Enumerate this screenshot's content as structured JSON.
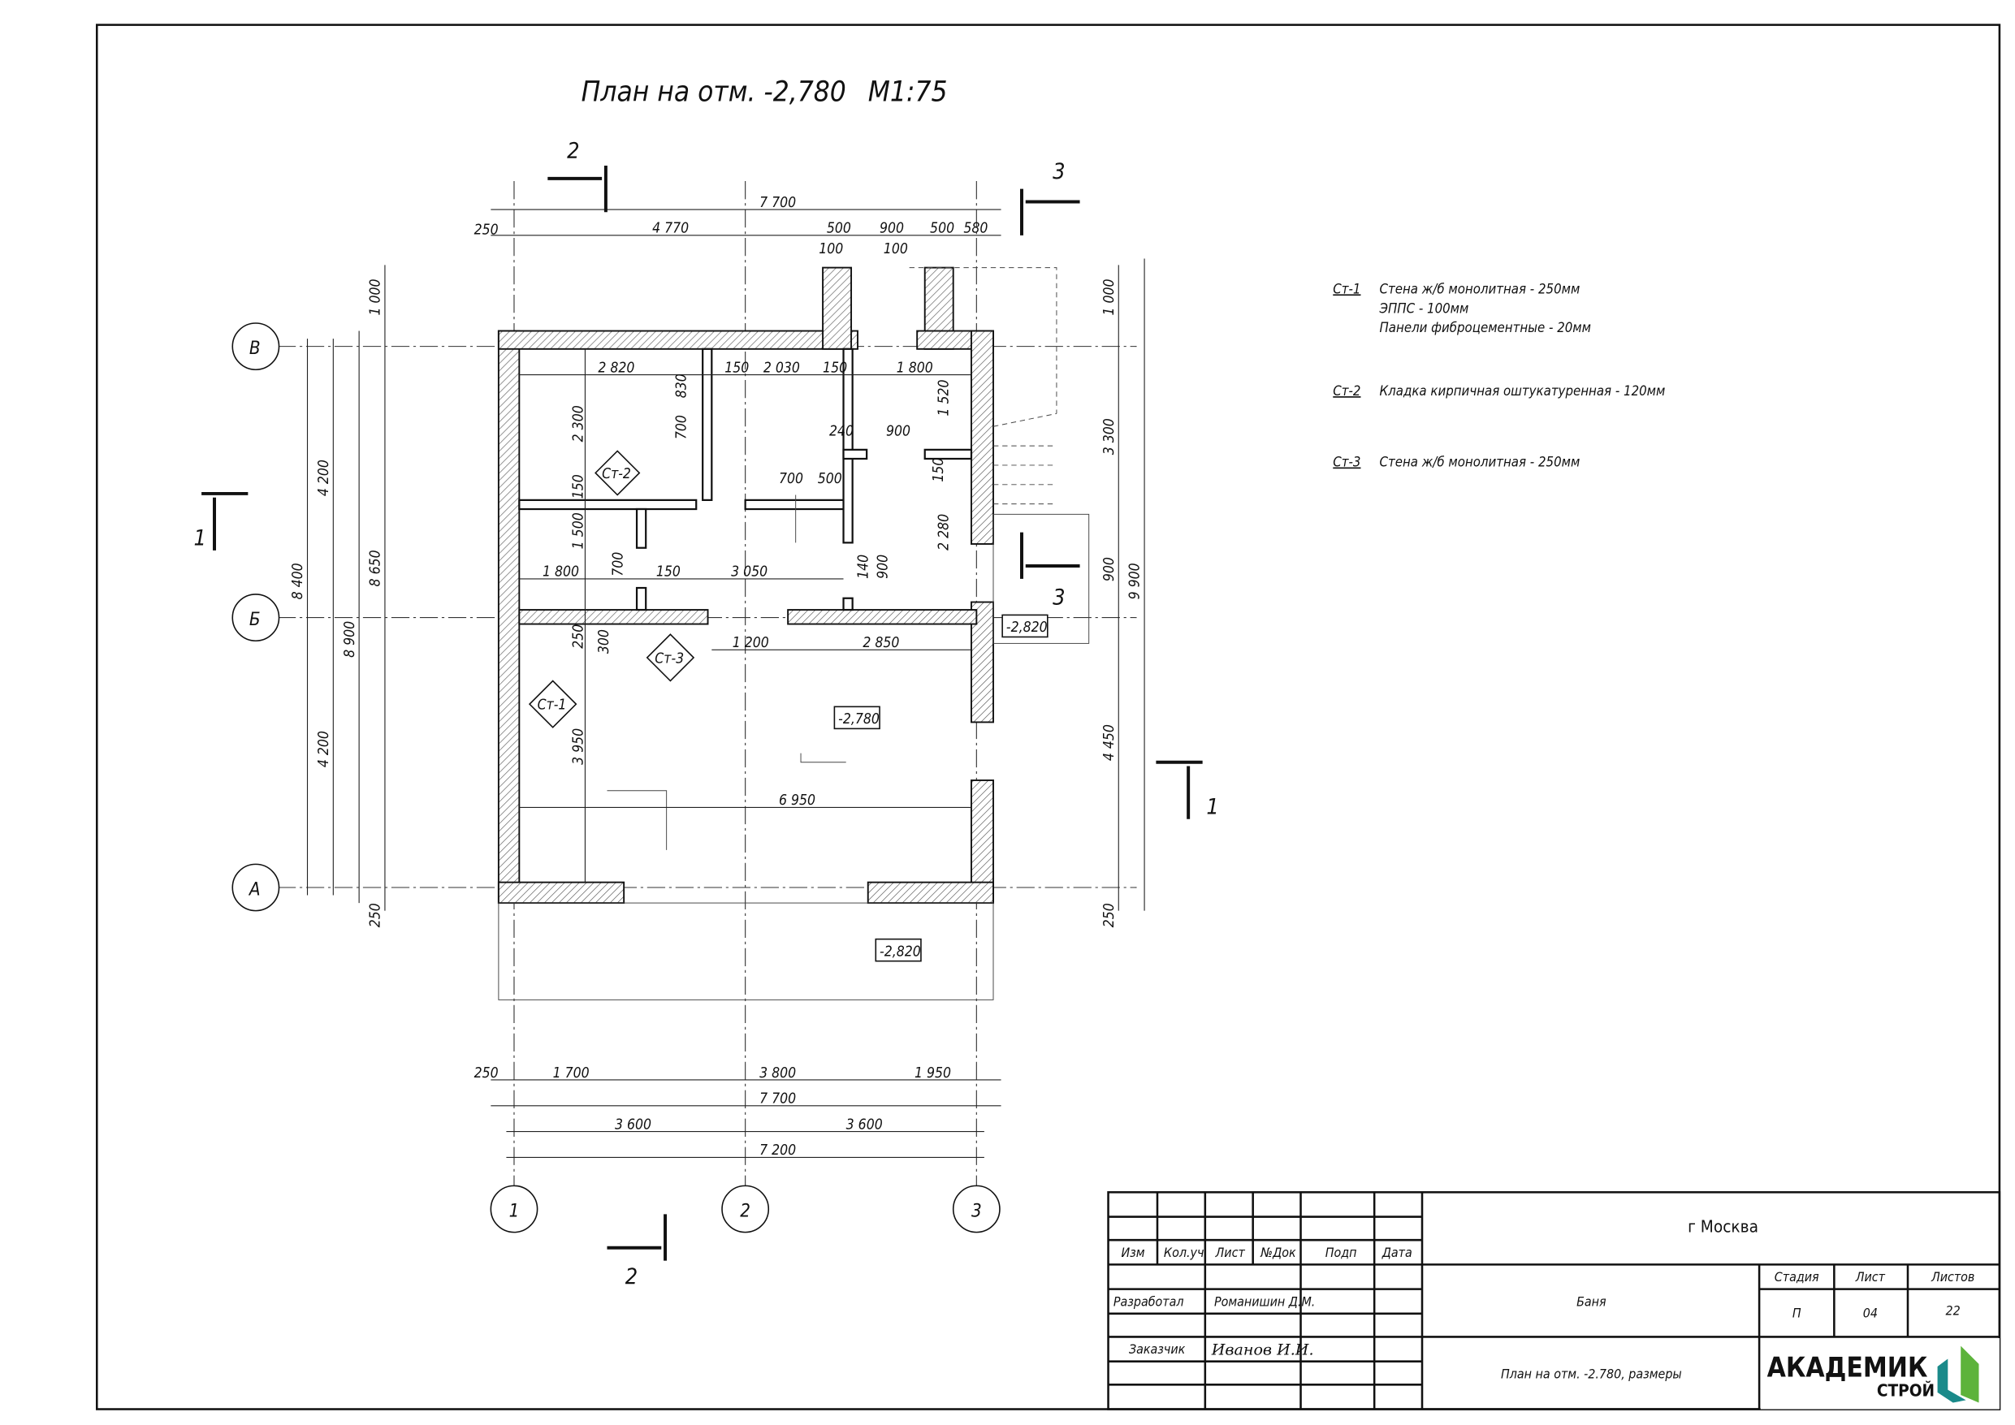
{
  "drawing": {
    "title": "План на отм. -2,780",
    "scale": "М1:75",
    "axes": {
      "rows": [
        "В",
        "Б",
        "А"
      ],
      "cols": [
        "1",
        "2",
        "3"
      ]
    },
    "sections": {
      "s1": "1",
      "s2": "2",
      "s3": "3"
    },
    "levels": [
      "-2,780",
      "-2,820",
      "-2,820"
    ],
    "wall_tags": [
      "Ст-1",
      "Ст-2",
      "Ст-3"
    ],
    "dims_top": [
      "7 700",
      "250",
      "4 770",
      "500",
      "100",
      "900",
      "100",
      "500",
      "580"
    ],
    "dims_bottom": [
      "250",
      "1 700",
      "3 800",
      "1 950",
      "7 700",
      "3 600",
      "3 600",
      "7 200"
    ],
    "dims_left": [
      "1 000",
      "4 200",
      "8 400",
      "8 900",
      "8 650",
      "4 200",
      "250"
    ],
    "dims_right": [
      "1 000",
      "3 300",
      "900",
      "9 900",
      "4 450",
      "250"
    ],
    "dims_inner": [
      "2 820",
      "150",
      "2 030",
      "150",
      "1 800",
      "1 520",
      "830",
      "700",
      "2 300",
      "240",
      "900",
      "700",
      "500",
      "150",
      "150",
      "1 500",
      "2 280",
      "1 800",
      "700",
      "150",
      "3 050",
      "140",
      "900",
      "250",
      "300",
      "1 200",
      "2 850",
      "3 950",
      "6 950"
    ]
  },
  "legend": [
    {
      "tag": "Ст-1",
      "lines": [
        "Стена ж/б монолитная - 250мм",
        "ЭППС - 100мм",
        "Панели фиброцементные - 20мм"
      ]
    },
    {
      "tag": "Ст-2",
      "lines": [
        "Кладка кирпичная оштукатуренная - 120мм"
      ]
    },
    {
      "tag": "Ст-3",
      "lines": [
        "Стена ж/б монолитная - 250мм"
      ]
    }
  ],
  "title_block": {
    "city": "г Москва",
    "headers": [
      "Изм",
      "Кол.уч",
      "Лист",
      "№Док",
      "Подп",
      "Дата"
    ],
    "developed_label": "Разработал",
    "developed_name": "Романишин Д.М.",
    "customer_label": "Заказчик",
    "customer_name": "Иванов И.И.",
    "project": "Баня",
    "sheet_title": "План на отм. -2.780, размеры",
    "stage_label": "Стадия",
    "sheet_label": "Лист",
    "sheets_label": "Листов",
    "stage": "П",
    "sheet": "04",
    "sheets": "22",
    "logo_main": "АКАДЕМИК",
    "logo_sub": "СТРОЙ",
    "logo_color": "#5db33b",
    "logo_color2": "#1a8a8a"
  }
}
